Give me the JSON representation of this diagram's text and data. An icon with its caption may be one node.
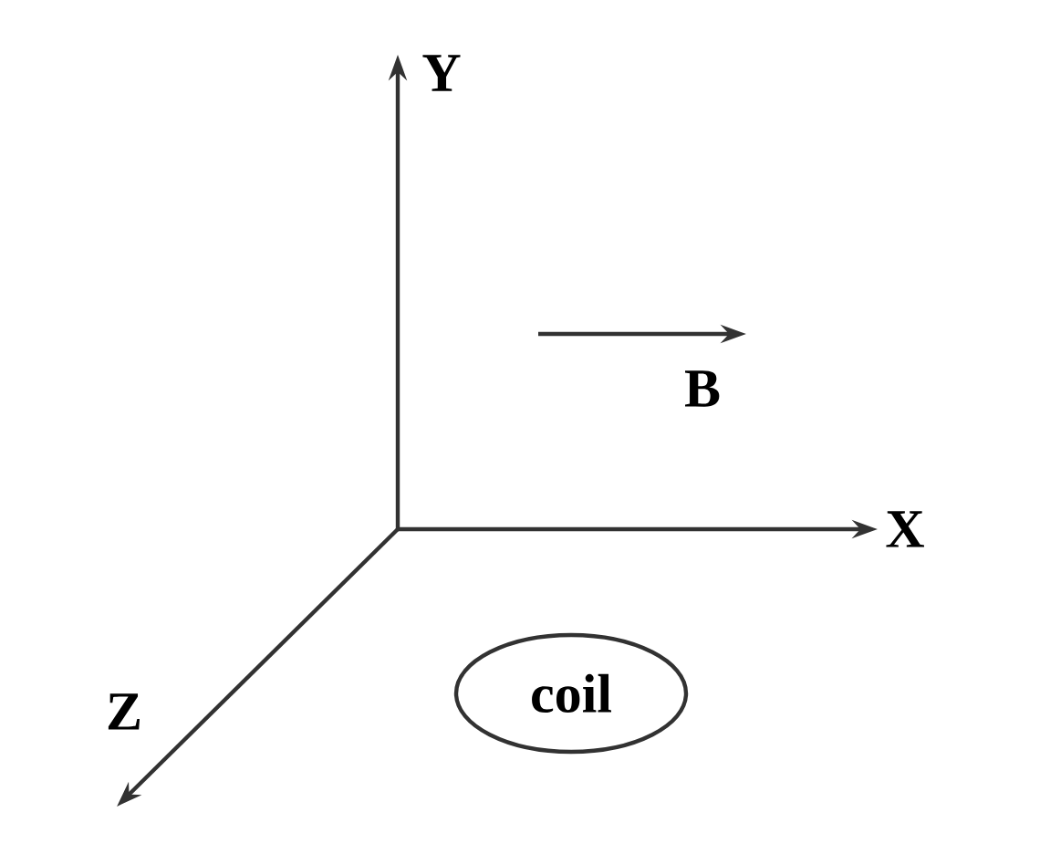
{
  "diagram": {
    "nodes": [
      {
        "text": [
          "coil"
        ]
      }
    ],
    "labels": [
      "Y",
      "B",
      "X",
      "Z"
    ]
  }
}
